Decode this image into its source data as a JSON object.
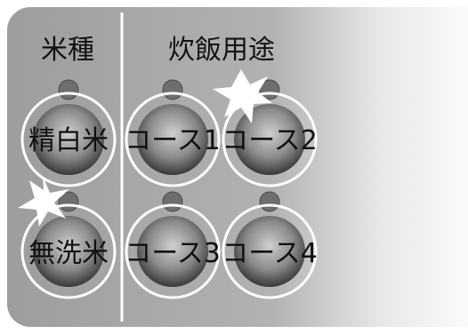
{
  "panel": {
    "rice_type": {
      "header": "米種",
      "buttons": [
        {
          "label": "精白米",
          "indicator": "off"
        },
        {
          "label": "無洗米",
          "indicator": "lit"
        }
      ]
    },
    "cooking_use": {
      "header": "炊飯用途",
      "buttons": [
        {
          "label": "コース1",
          "indicator": "off"
        },
        {
          "label": "コース2",
          "indicator": "lit"
        },
        {
          "label": "コース3",
          "indicator": "off"
        },
        {
          "label": "コース4",
          "indicator": "off"
        }
      ]
    }
  },
  "colors": {
    "panel_bg": "#a3a3a3",
    "panel_fade": "#ffffff",
    "indicator_off": "#6e6e6e",
    "lit_glow": "#ffffff",
    "button_dark": "#2e2e2e",
    "button_light": "#c9c9c9"
  }
}
